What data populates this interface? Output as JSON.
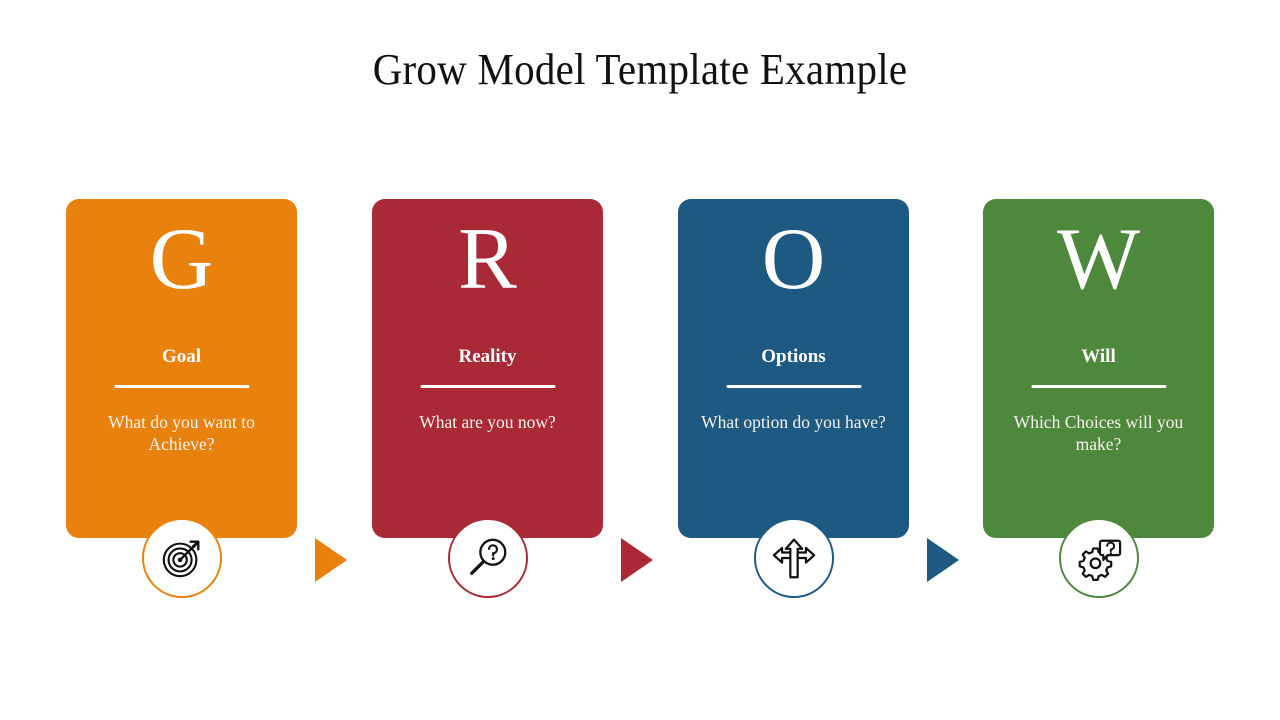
{
  "slide": {
    "title": "Grow Model Template Example",
    "background": "#ffffff"
  },
  "cards": [
    {
      "letter": "G",
      "name": "Goal",
      "description": "What do you want to Achieve?",
      "color": "#E8820C",
      "icon": "target-icon"
    },
    {
      "letter": "R",
      "name": "Reality",
      "description": "What are you now?",
      "color": "#A92A36",
      "icon": "magnifier-question-icon"
    },
    {
      "letter": "O",
      "name": "Options",
      "description": "What option do you have?",
      "color": "#1D5980",
      "icon": "three-way-arrows-icon"
    },
    {
      "letter": "W",
      "name": "Will",
      "description": "Which Choices will you make?",
      "color": "#4E883D",
      "icon": "gear-question-icon"
    }
  ],
  "connectors": [
    {
      "name": "arrow-goal-to-reality",
      "color": "#E8820C"
    },
    {
      "name": "arrow-reality-to-options",
      "color": "#A92A36"
    },
    {
      "name": "arrow-options-to-will",
      "color": "#1D5980"
    }
  ]
}
